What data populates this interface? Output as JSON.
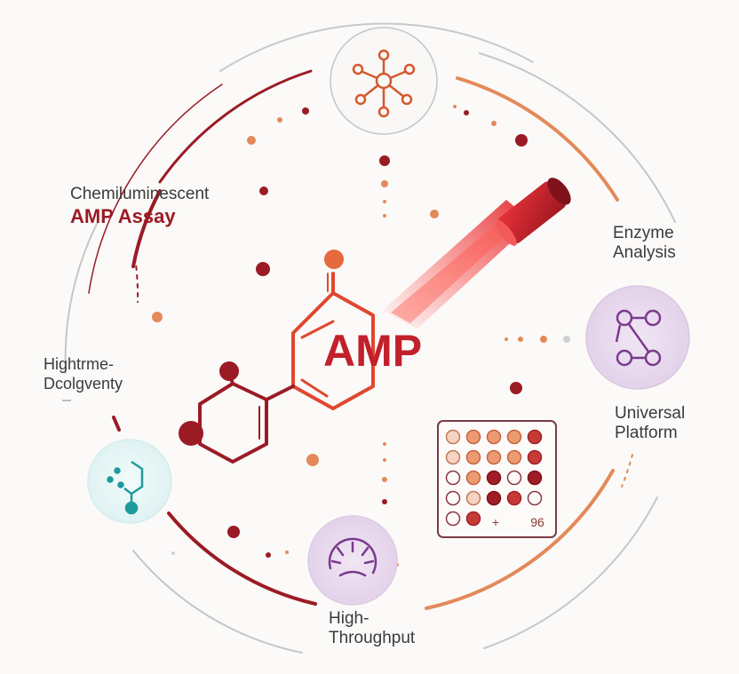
{
  "title": {
    "line1": "Chemiluminescent",
    "line2": "AMP Assay"
  },
  "center_label": "AMP",
  "labels": {
    "enzyme": [
      "Enzyme",
      "Analysis"
    ],
    "universal": [
      "Universal",
      "Platform"
    ],
    "hightime": [
      "Hightrme-",
      "Dcolgventy"
    ],
    "throughput": [
      "High-",
      "Throughput"
    ]
  },
  "plate": {
    "plus": "+",
    "count": "96"
  },
  "icons": {
    "top": "molecule-network-icon",
    "right": "chain-link-molecule-icon",
    "left": "hexagon-molecule-icon",
    "bottom": "radial-dial-icon"
  },
  "colors": {
    "dark_red": "#8e1c24",
    "red": "#c2202b",
    "orange": "#e4895a",
    "purple": "#7b3a8e",
    "teal": "#1f9a9a",
    "gray": "#bdbdbd"
  }
}
